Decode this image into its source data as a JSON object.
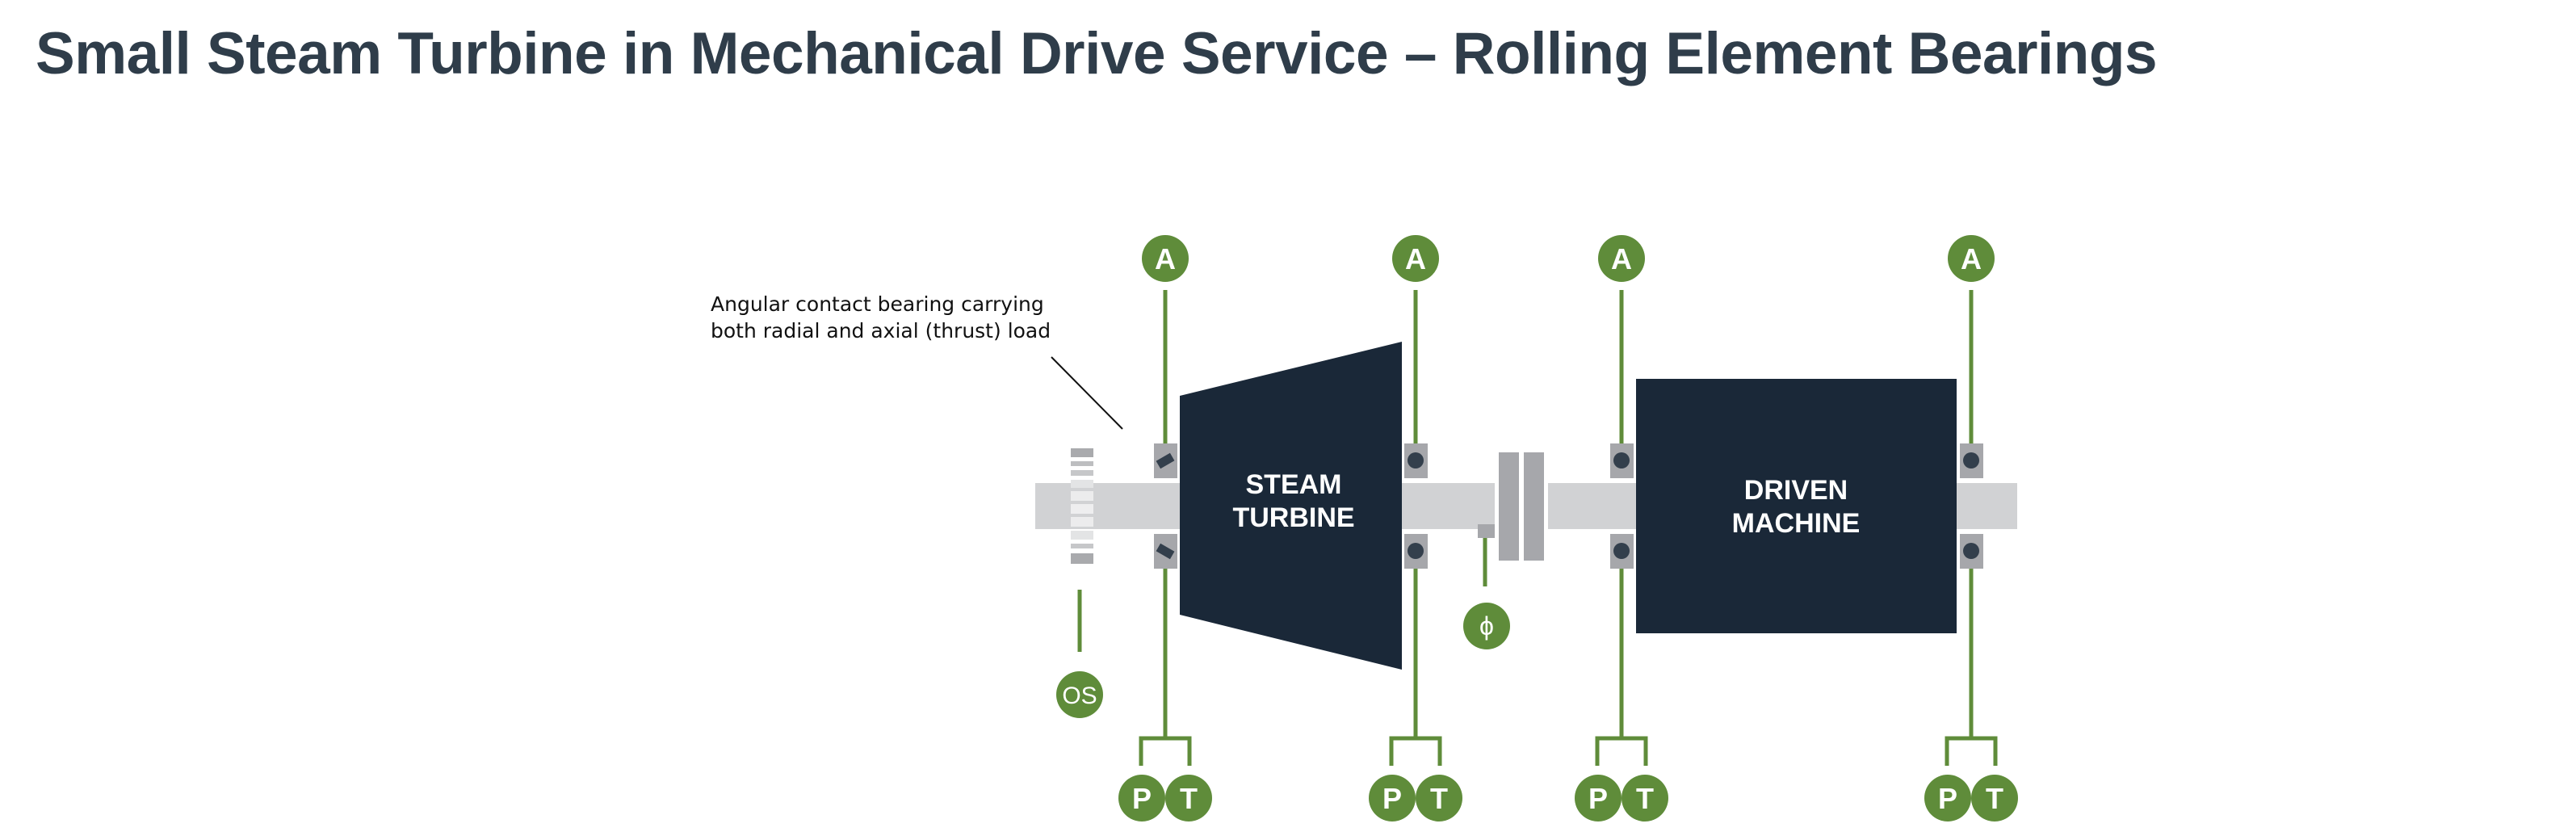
{
  "title": "Small Steam Turbine in Mechanical Drive Service – Rolling Element Bearings",
  "annotation": {
    "line1": "Angular contact bearing carrying",
    "line2": "both radial and axial (thrust) load"
  },
  "components": {
    "steam_turbine": {
      "line1": "STEAM",
      "line2": "TURBINE"
    },
    "driven_machine": {
      "line1": "DRIVEN",
      "line2": "MACHINE"
    }
  },
  "sensors": {
    "accelerometer": "A",
    "pressure": "P",
    "temperature": "T",
    "overspeed": "OS",
    "phase": "ϕ"
  },
  "bearings": [
    {
      "id": "turbine-inboard",
      "type": "angular-contact"
    },
    {
      "id": "turbine-outboard",
      "type": "ball"
    },
    {
      "id": "driven-inboard",
      "type": "ball"
    },
    {
      "id": "driven-outboard",
      "type": "ball"
    }
  ],
  "colors": {
    "title": "#2f3d4a",
    "machine": "#1a2838",
    "sensor_green": "#5f8c3a",
    "shaft": "#d1d2d4",
    "bearing_housing": "#a6a7ab",
    "ball": "#333f4c"
  }
}
